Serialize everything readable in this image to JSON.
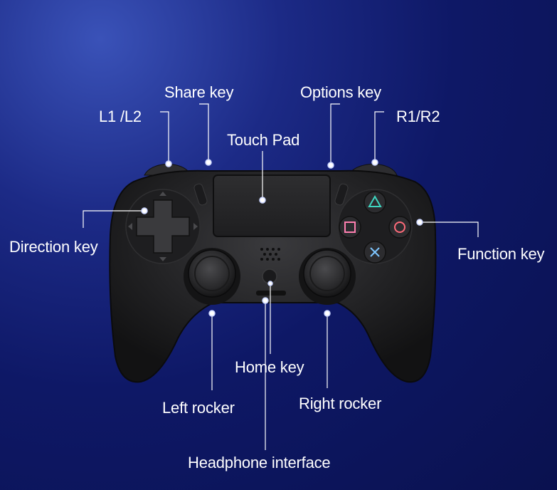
{
  "labels": {
    "share_key": "Share key",
    "options_key": "Options key",
    "l1_l2": "L1 /L2",
    "r1_r2": "R1/R2",
    "touch_pad": "Touch Pad",
    "direction_key": "Direction key",
    "function_key": "Function key",
    "home_key": "Home key",
    "left_rocker": "Left rocker",
    "right_rocker": "Right rocker",
    "headphone_interface": "Headphone interface"
  },
  "colors": {
    "background": "#0e1866",
    "controller_body": "#262628",
    "leader_line": "#ffffff",
    "triangle": "#3fd6c0",
    "circle": "#ff6b7a",
    "square": "#ff7fb0",
    "cross": "#7fc6ff"
  }
}
